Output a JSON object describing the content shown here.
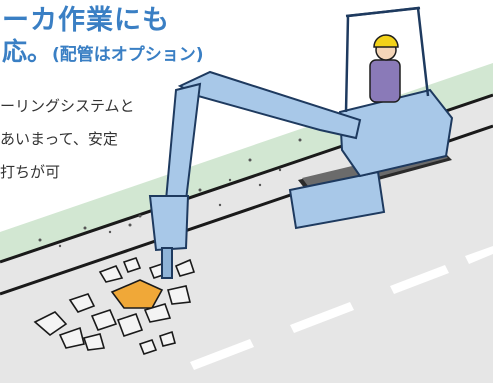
{
  "heading": {
    "line1": "ーカ作業にも",
    "line2_main": "応。",
    "line2_note": "(配管はオプション)"
  },
  "body_lines": [
    "ーリングシステムと",
    "あいまって、安定",
    "打ちが可"
  ],
  "colors": {
    "heading": "#3a7fc4",
    "road": "#e4e4e4",
    "machine_body": "#a8c8e8",
    "machine_outline": "#1e3a5f",
    "operator_shirt": "#8a7ab8",
    "helmet": "#f2d21a",
    "broken_concrete": "#f0a838",
    "median_green": "#cfe6cf"
  }
}
